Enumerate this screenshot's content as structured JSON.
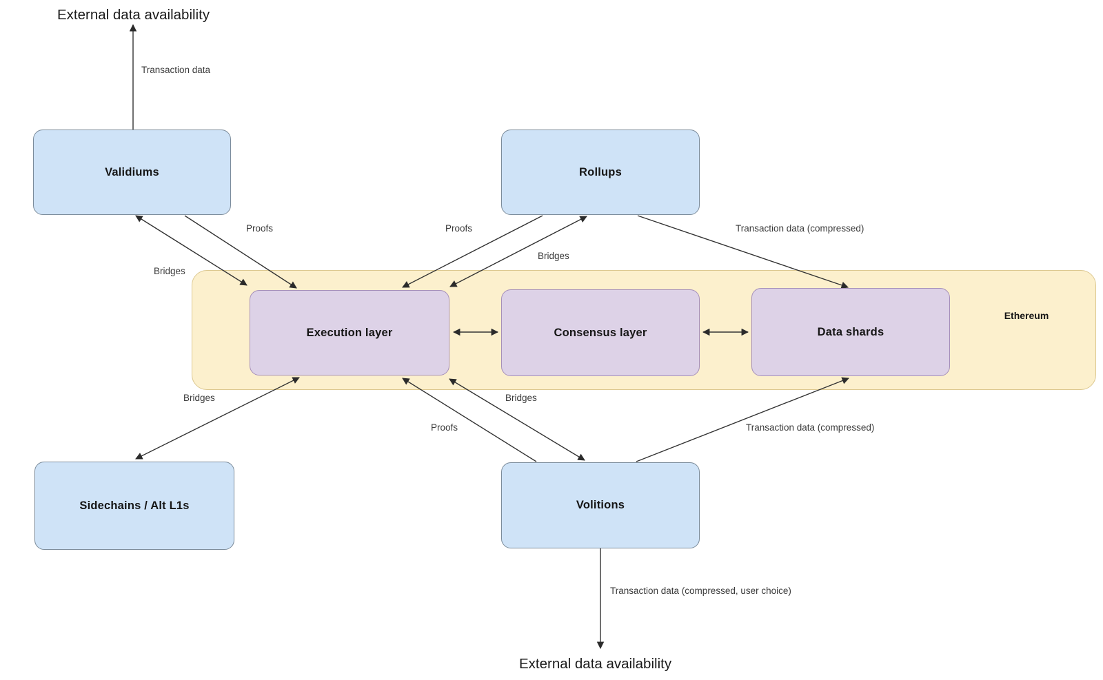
{
  "diagram": {
    "external_top": "External data availability",
    "external_bottom": "External data availability",
    "nodes": {
      "validiums": "Validiums",
      "rollups": "Rollups",
      "sidechains": "Sidechains / Alt L1s",
      "volitions": "Volitions",
      "execution": "Execution layer",
      "consensus": "Consensus layer",
      "data_shards": "Data shards",
      "ethereum": "Ethereum"
    },
    "edge_labels": {
      "validiums_tx": "Transaction data",
      "validiums_proofs": "Proofs",
      "validiums_bridges": "Bridges",
      "rollups_proofs": "Proofs",
      "rollups_bridges": "Bridges",
      "rollups_tx": "Transaction data (compressed)",
      "sidechains_bridges": "Bridges",
      "volitions_proofs": "Proofs",
      "volitions_bridges": "Bridges",
      "volitions_tx": "Transaction data (compressed)",
      "volitions_tx_user": "Transaction data (compressed, user choice)"
    },
    "colors": {
      "node_blue_fill": "#cfe3f7",
      "node_blue_border": "#7b8b9a",
      "node_purple_fill": "#ddd2e7",
      "node_purple_border": "#aohide",
      "band_fill": "#fcf0cd",
      "band_border": "#dcc890",
      "arrow": "#333333"
    }
  }
}
